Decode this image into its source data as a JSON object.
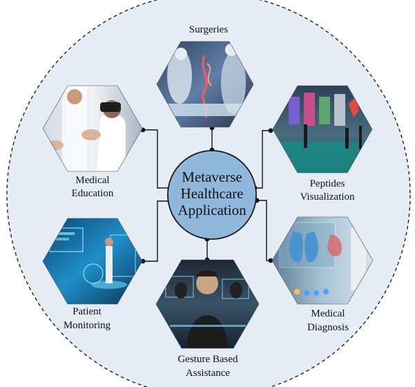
{
  "center": {
    "line1": "Metaverse",
    "line2": "Healthcare",
    "line3": "Application"
  },
  "nodes": {
    "surgeries": {
      "label1": "Surgeries"
    },
    "medical_education": {
      "label1": "Medical",
      "label2": "Education"
    },
    "peptides": {
      "label1": "Peptides",
      "label2": "Visualization"
    },
    "patient_monitoring": {
      "label1": "Patient",
      "label2": "Monitoring"
    },
    "gesture": {
      "label1": "Gesture Based",
      "label2": "Assistance"
    },
    "medical_diagnosis": {
      "label1": "Medical",
      "label2": "Diagnosis"
    }
  },
  "colors": {
    "outer_circle_fill": "#e6ecf3",
    "center_fill": "#8fb8dc",
    "center_stroke": "#1a1a1a",
    "connector": "#111111"
  },
  "icons": {
    "surgeries": "surgery-photo",
    "medical_education": "vr-headset-photo",
    "peptides": "virtual-lab-photo",
    "patient_monitoring": "hologram-screen-photo",
    "gesture": "gesture-interface-photo",
    "medical_diagnosis": "holographic-lungs-photo"
  }
}
